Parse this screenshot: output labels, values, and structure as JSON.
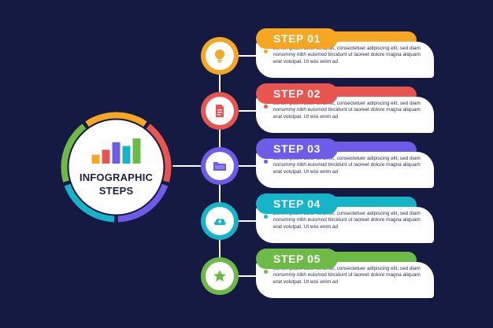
{
  "colors": {
    "background": "#151a42",
    "connector": "#ffffff",
    "step1": "#f5a623",
    "step2": "#e8554e",
    "step3": "#6c5ce7",
    "step4": "#15b4c9",
    "step5": "#6dbb46"
  },
  "hub": {
    "title_line1": "INFOGRAPHIC",
    "title_line2": "STEPS",
    "ring_colors": [
      "#f5a623",
      "#e8554e",
      "#6c5ce7",
      "#15b4c9",
      "#6dbb46"
    ],
    "bars": [
      {
        "color": "#f5a623",
        "value": 0.35
      },
      {
        "color": "#e8554e",
        "value": 0.55
      },
      {
        "color": "#6c5ce7",
        "value": 0.85
      },
      {
        "color": "#15b4c9",
        "value": 0.7
      },
      {
        "color": "#6dbb46",
        "value": 1.0
      }
    ]
  },
  "steps": [
    {
      "label": "STEP 01",
      "icon": "lightbulb-icon",
      "color": "#f5a623",
      "text": "Lorem ipsum dolor sit amet, consectetuer adipiscing elit, sed diam nonummy nibh euismod tincidunt ut laoreet dolore magna aliquam erat volutpat. Ut wisi enim ad"
    },
    {
      "label": "STEP 02",
      "icon": "document-icon",
      "color": "#e8554e",
      "text": "Lorem ipsum dolor sit amet, consectetuer adipiscing elit, sed diam nonummy nibh euismod tincidunt ut laoreet dolore magna aliquam erat volutpat. Ut wisi enim ad"
    },
    {
      "label": "STEP 03",
      "icon": "folder-icon",
      "color": "#6c5ce7",
      "text": "Lorem ipsum dolor sit amet, consectetuer adipiscing elit, sed diam nonummy nibh euismod tincidunt ut laoreet dolore magna aliquam erat volutpat. Ut wisi enim ad"
    },
    {
      "label": "STEP 04",
      "icon": "cloud-upload-icon",
      "color": "#15b4c9",
      "text": "Lorem ipsum dolor sit amet, consectetuer adipiscing elit, sed diam nonummy nibh euismod tincidunt ut laoreet dolore magna aliquam erat volutpat. Ut wisi enim ad"
    },
    {
      "label": "STEP 05",
      "icon": "star-icon",
      "color": "#6dbb46",
      "text": "Lorem ipsum dolor sit amet, consectetuer adipiscing elit, sed diam nonummy nibh euismod tincidunt ut laoreet dolore magna aliquam erat volutpat. Ut wisi enim ad"
    }
  ]
}
